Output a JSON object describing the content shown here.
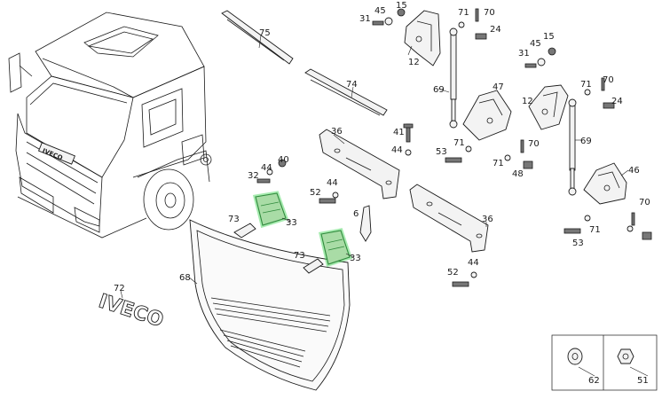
{
  "diagram": {
    "callouts": [
      "75",
      "74",
      "31",
      "45",
      "15",
      "12",
      "71",
      "70",
      "24",
      "69",
      "47",
      "36",
      "41",
      "44",
      "71",
      "53",
      "71",
      "70",
      "48",
      "46",
      "69",
      "40",
      "32",
      "44",
      "33",
      "52",
      "44",
      "6",
      "73",
      "33",
      "73",
      "68",
      "36",
      "52",
      "44",
      "72",
      "70",
      "71",
      "53",
      "31",
      "45",
      "15",
      "12",
      "71",
      "70",
      "24",
      "62",
      "51"
    ]
  },
  "colors": {
    "highlight_fill": "#a9dca6",
    "highlight_stroke": "#2f8a3c",
    "line": "#1a1a1a"
  }
}
